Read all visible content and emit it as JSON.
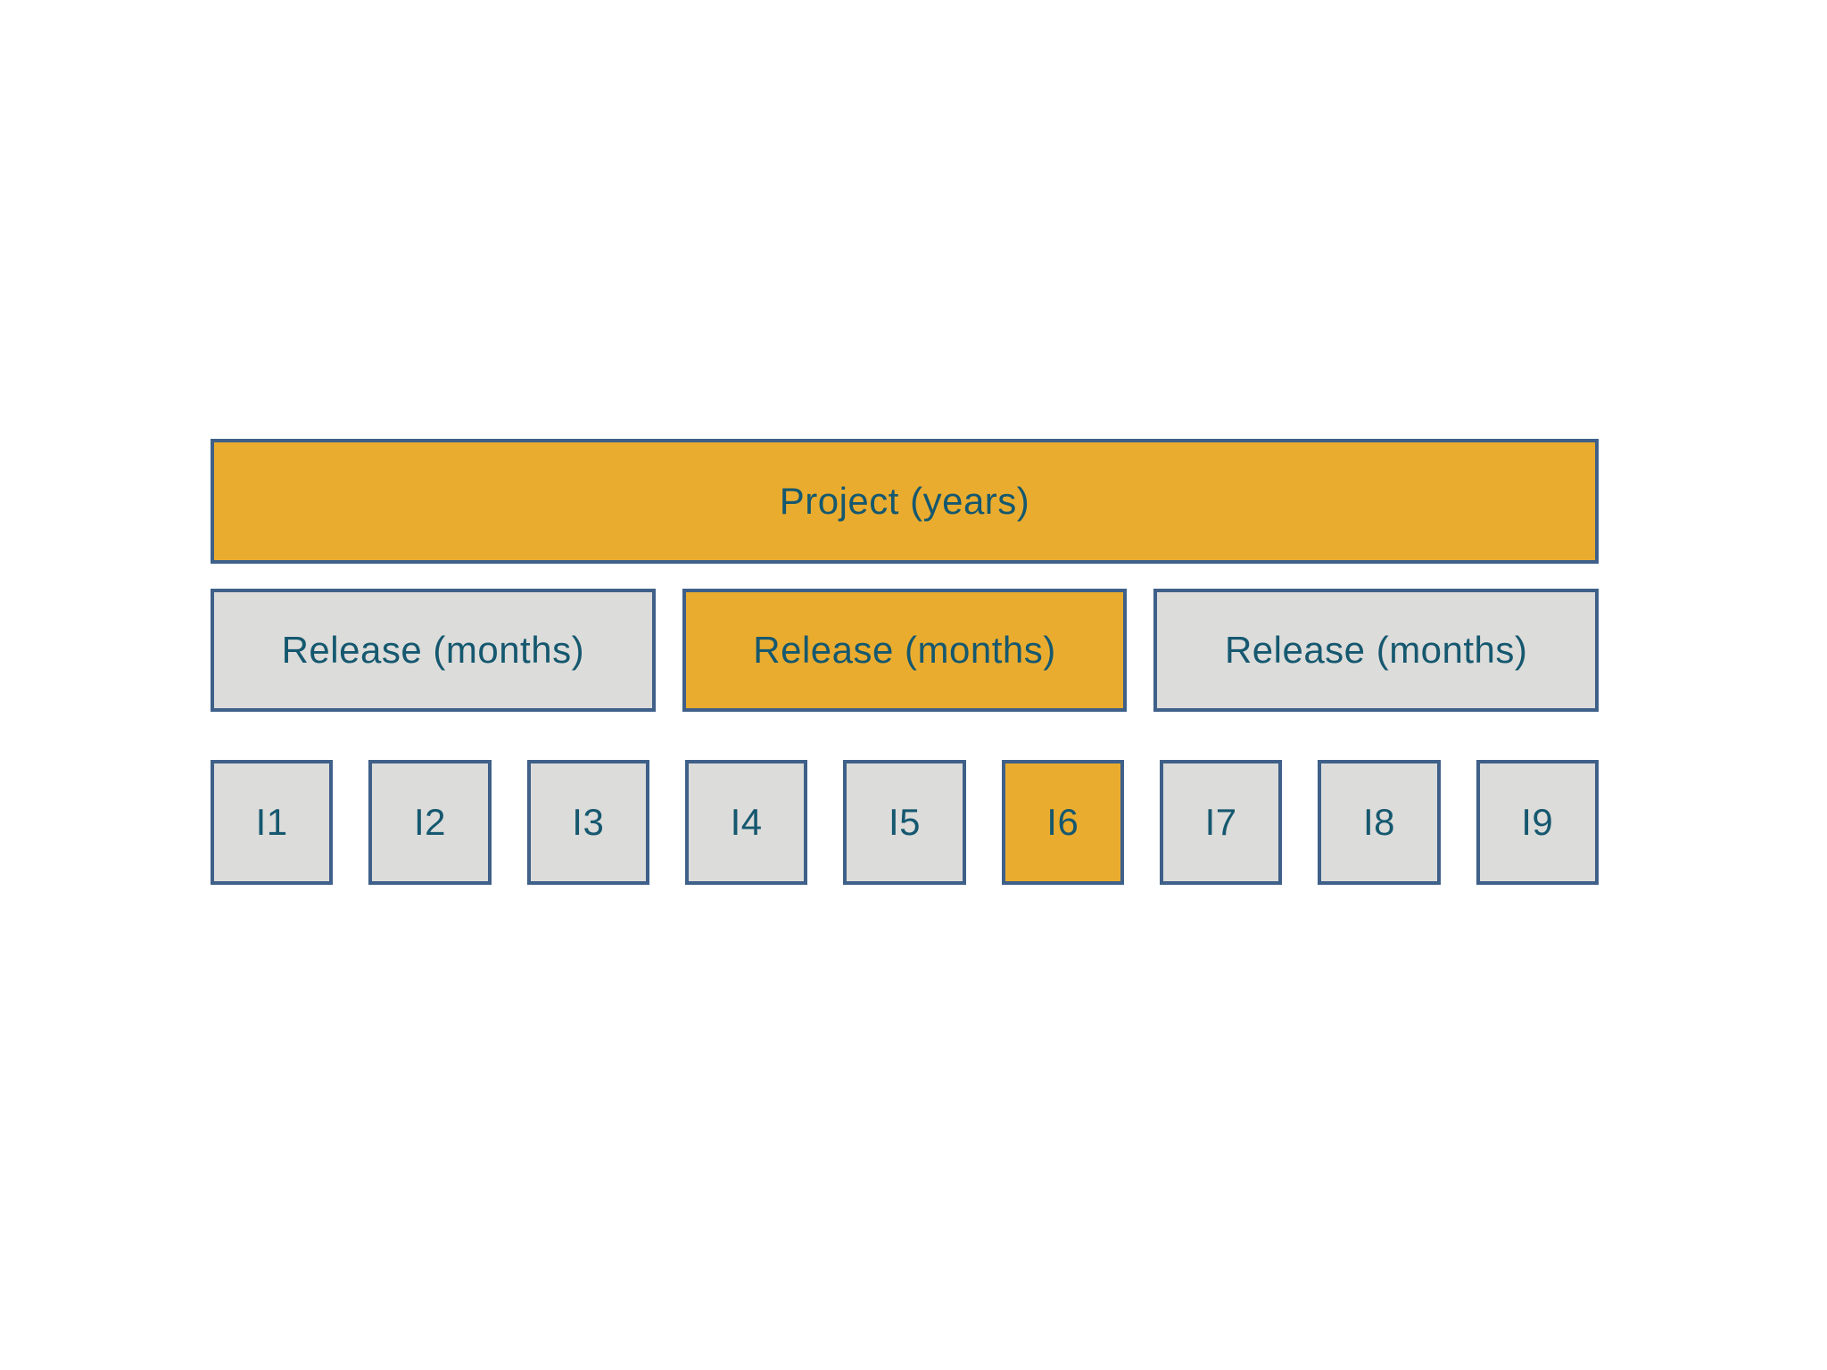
{
  "colors": {
    "orange": "#EAAC2F",
    "gray": "#DCDCDA",
    "border": "#3E6089",
    "text": "#15586F",
    "bg": "#FFFFFF"
  },
  "diagram": {
    "project": {
      "label": "Project (years)",
      "fill": "orange"
    },
    "releases": [
      {
        "label": "Release (months)",
        "fill": "gray"
      },
      {
        "label": "Release (months)",
        "fill": "orange"
      },
      {
        "label": "Release (months)",
        "fill": "gray"
      }
    ],
    "iterations": [
      {
        "label": "I1",
        "fill": "gray"
      },
      {
        "label": "I2",
        "fill": "gray"
      },
      {
        "label": "I3",
        "fill": "gray"
      },
      {
        "label": "I4",
        "fill": "gray"
      },
      {
        "label": "I5",
        "fill": "gray"
      },
      {
        "label": "I6",
        "fill": "orange"
      },
      {
        "label": "I7",
        "fill": "gray"
      },
      {
        "label": "I8",
        "fill": "gray"
      },
      {
        "label": "I9",
        "fill": "gray"
      }
    ]
  }
}
